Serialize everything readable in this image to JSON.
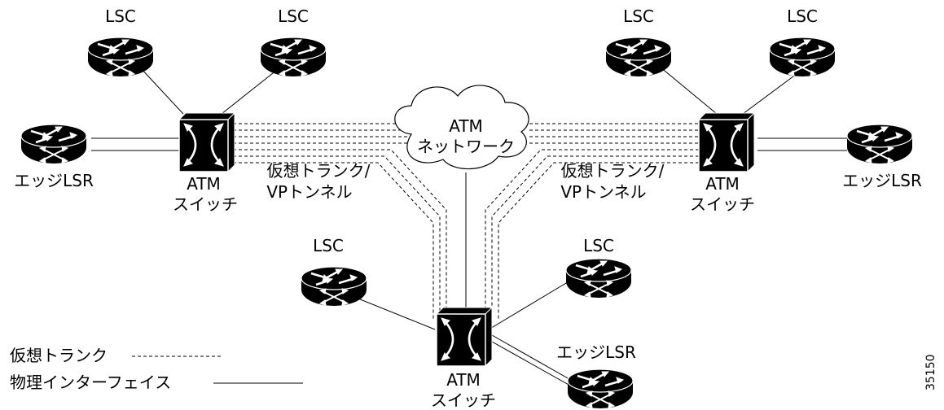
{
  "lsc_label": "LSC",
  "edge_lsr_label": "エッジLSR",
  "atm_switch": {
    "line1": "ATM",
    "line2": "スイッチ"
  },
  "atm_network": {
    "line1": "ATM",
    "line2": "ネットワーク"
  },
  "trunk_label": {
    "line1": "仮想トランク/",
    "line2": "VPトンネル"
  },
  "legend": {
    "virtual_trunk": "仮想トランク",
    "physical_interface": "物理インターフェイス"
  },
  "figure_id": "35150"
}
